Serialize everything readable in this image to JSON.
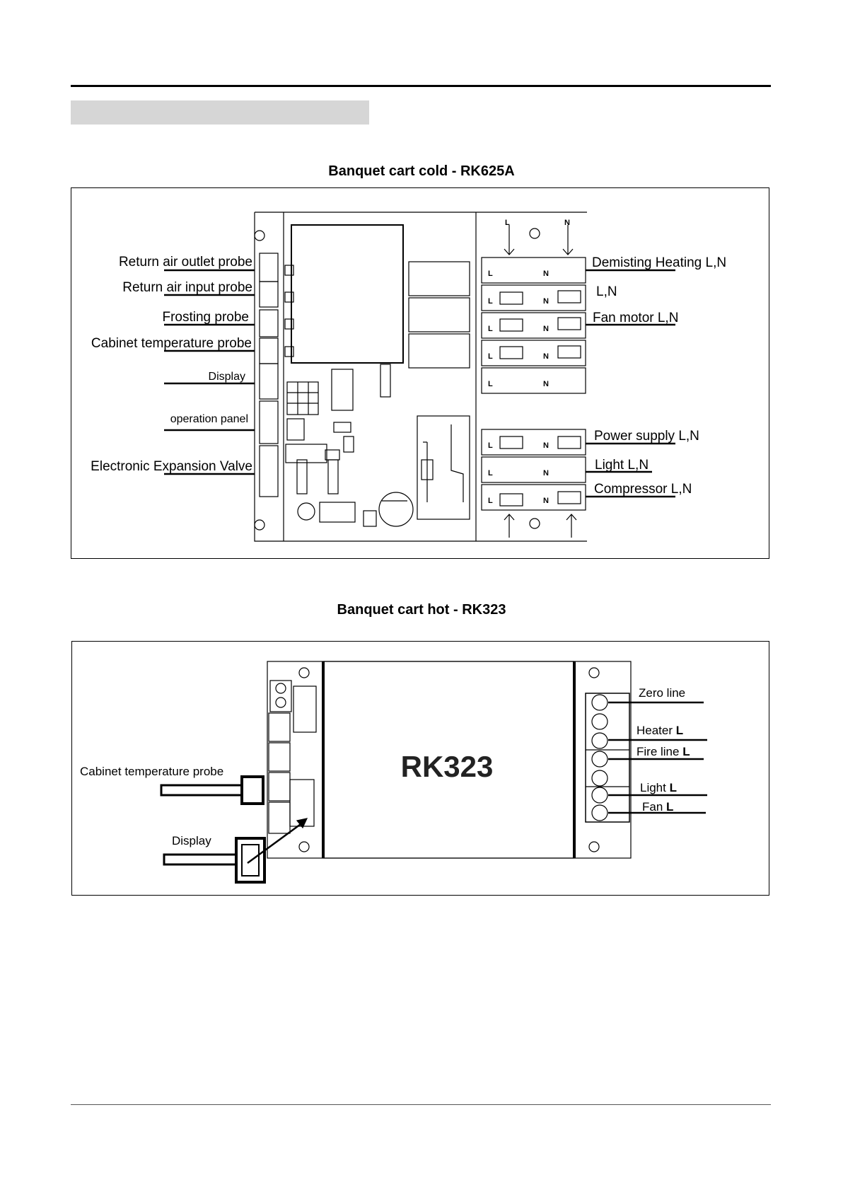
{
  "header": {
    "section_band": ""
  },
  "figure_cold": {
    "title": "Banquet cart cold - RK625A",
    "left_labels": [
      "Return air outlet probe",
      "Return air input probe",
      "Frosting probe",
      "Cabinet temperature probe",
      "Display",
      "operation panel",
      "Electronic Expansion Valve"
    ],
    "right_labels": [
      "Demisting Heating L,N",
      "L,N",
      "Fan motor L,N",
      "Power supply L,N",
      "Light L,N",
      "Compressor L,N"
    ],
    "terminal_letters": {
      "L": "L",
      "N": "N"
    }
  },
  "figure_hot": {
    "title": "Banquet cart hot - RK323",
    "board_label": "RK323",
    "left_labels": [
      "Cabinet temperature probe",
      "Display"
    ],
    "right_labels": [
      {
        "text": "Zero line",
        "suffix": ""
      },
      {
        "text": "Heater ",
        "suffix": "L"
      },
      {
        "text": "Fire line ",
        "suffix": "L"
      },
      {
        "text": "Light ",
        "suffix": "L"
      },
      {
        "text": "Fan ",
        "suffix": "L"
      }
    ]
  }
}
